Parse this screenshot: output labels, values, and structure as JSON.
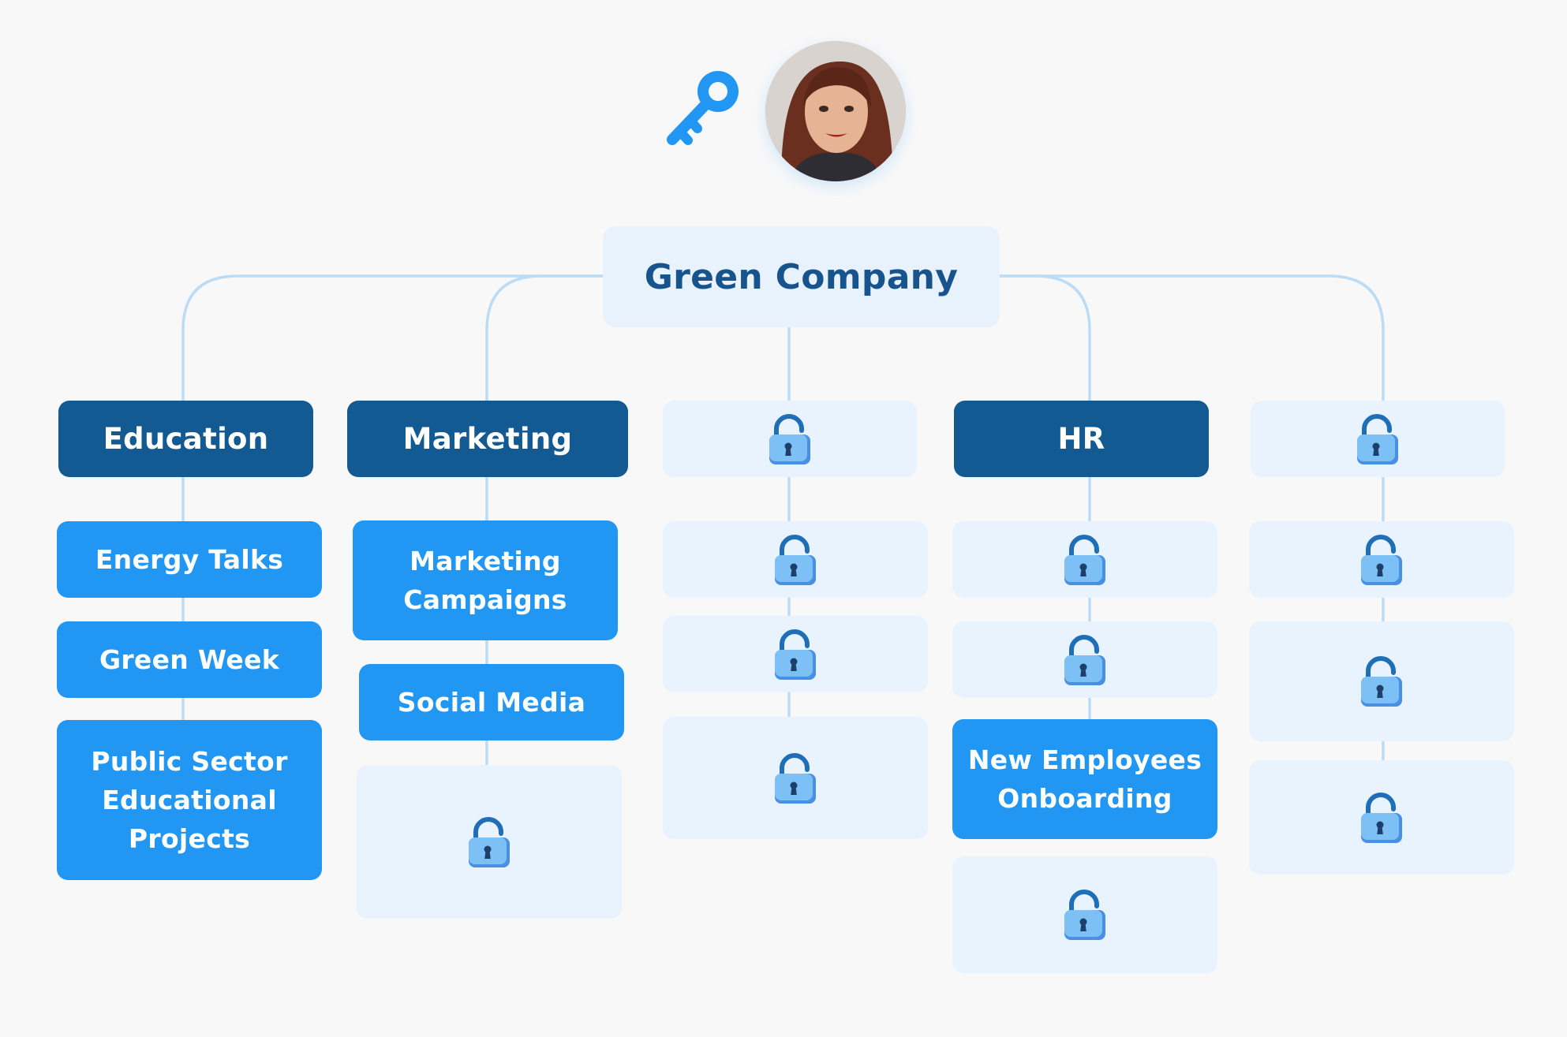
{
  "root": {
    "label": "Green Company"
  },
  "departments": [
    {
      "label": "Education",
      "locked": false
    },
    {
      "label": "Marketing",
      "locked": false
    },
    {
      "label": "",
      "locked": true
    },
    {
      "label": "HR",
      "locked": false
    },
    {
      "label": "",
      "locked": true
    }
  ],
  "teams": {
    "education": [
      "Energy Talks",
      "Green Week",
      "Public Sector Educational Projects"
    ],
    "marketing": [
      "Marketing Campaigns",
      "Social Media"
    ],
    "hr": [
      "New Employees Onboarding"
    ]
  },
  "icons": {
    "access": "key-icon",
    "user": "avatar",
    "restricted": "lock-icon"
  },
  "colors": {
    "background": "#f8f8f9",
    "root_fill": "#e8f2fc",
    "root_text": "#17548d",
    "department_fill": "#135a93",
    "team_fill": "#2196f3",
    "locked_fill": "#e9f3fd",
    "connector": "#bcdcf5",
    "lock": "#5aaef2"
  }
}
